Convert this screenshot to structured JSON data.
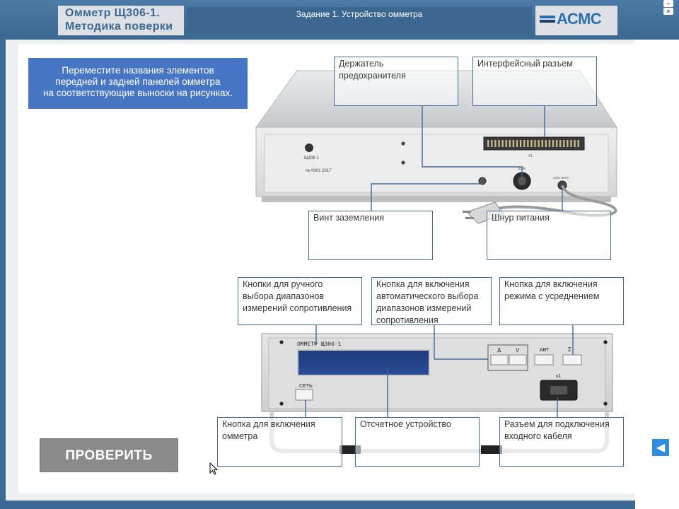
{
  "header": {
    "brand_line1": "Омметр Щ306-1.",
    "brand_line2": "Методика поверки",
    "task_title": "Задание 1. Устройство омметра",
    "logo": "АСМС",
    "window_controls": [
      "−",
      "×"
    ]
  },
  "instruction": {
    "line1": "Переместите названия элементов",
    "line2": "передней и задней панелей омметра",
    "line3": "на соответствующие выноски на рисунках."
  },
  "rear_device": {
    "sn_label": "Щ306-1",
    "serial": "№ 0001   2017",
    "port_label": "X1",
    "fuse_label": "0.5А",
    "power_label": "220V 50Hz"
  },
  "front_device": {
    "model": "ОММЕТР Щ306-1",
    "btn_delta": "Δ",
    "btn_v": "V",
    "btn_auto": "АВТ",
    "btn_sigma": "Σ",
    "btn_power": "СЕТЬ",
    "input_label": "x1"
  },
  "callouts": {
    "fuse_holder": {
      "line1": "Держатель",
      "line2": "предохранителя"
    },
    "interface_port": {
      "line1": "Интерфейсный разъем"
    },
    "ground_screw": {
      "line1": "Винт заземления"
    },
    "power_cord": {
      "line1": "Шнур питания"
    },
    "manual_range": {
      "line1": "Кнопки для ручного",
      "line2": "выбора диапазонов",
      "line3": "измерений сопротивления"
    },
    "auto_range": {
      "line1": "Кнопка для включения",
      "line2": "автоматического выбора",
      "line3": "диапазонов измерений",
      "line4": "сопротивления"
    },
    "averaging": {
      "line1": "Кнопка для включения",
      "line2": "режима с усреднением"
    },
    "power_button": {
      "line1": "Кнопка для включения",
      "line2": "омметра"
    },
    "display": {
      "line1": "Отсчетное устройство"
    },
    "input_connector": {
      "line1": "Разъем для подключения",
      "line2": "входного кабеля"
    }
  },
  "buttons": {
    "check": "ПРОВЕРИТЬ",
    "back": "◀"
  },
  "colors": {
    "header_bg": "#3b6891",
    "instruction_bg": "#4777c4",
    "callout_border": "#3d6aa0",
    "check_button_bg": "#8a8a8a",
    "nav_button_bg": "#2f8fde"
  }
}
